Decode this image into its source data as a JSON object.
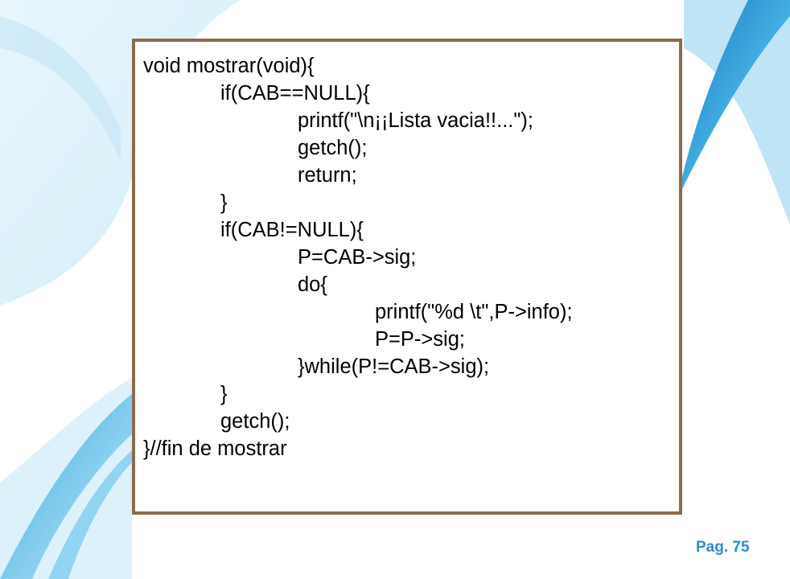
{
  "code_lines": [
    {
      "text": "void mostrar(void){",
      "indent": 0
    },
    {
      "text": "if(CAB==NULL){",
      "indent": 1
    },
    {
      "text": "printf(\"\\n¡¡Lista vacia!!...\");",
      "indent": 2
    },
    {
      "text": "getch();",
      "indent": 2
    },
    {
      "text": "return;",
      "indent": 2
    },
    {
      "text": "}",
      "indent": 1
    },
    {
      "text": "if(CAB!=NULL){",
      "indent": 1
    },
    {
      "text": "P=CAB->sig;",
      "indent": 2
    },
    {
      "text": "do{",
      "indent": 2
    },
    {
      "text": "printf(\"%d \\t\",P->info);",
      "indent": 3
    },
    {
      "text": "P=P->sig;",
      "indent": 3
    },
    {
      "text": "}while(P!=CAB->sig);",
      "indent": 2
    },
    {
      "text": "}",
      "indent": 1
    },
    {
      "text": "getch();",
      "indent": 1
    },
    {
      "text": "}//fin de mostrar",
      "indent": 0
    }
  ],
  "footer": {
    "page_label": "Pag. 75"
  },
  "colors": {
    "frame_border": "#8B6B4A",
    "accent_blue": "#2A8FCF",
    "light_blue": "#DDF1FB"
  }
}
